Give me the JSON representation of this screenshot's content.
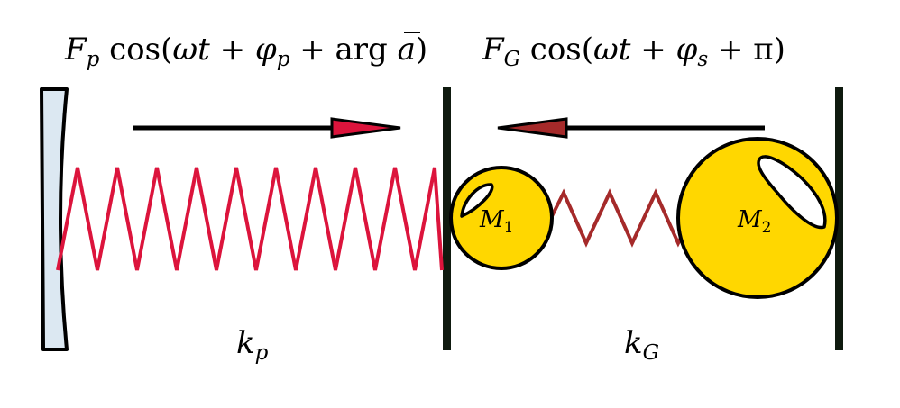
{
  "labels": {
    "force_left": {
      "F": "F",
      "F_sub": "p",
      "rest_a": " cos(",
      "omega_t": "ωt",
      "plus1": " + ",
      "phi": "φ",
      "phi_sub": "p",
      "plus2": " + arg ",
      "abar": "a",
      "close": ")"
    },
    "force_right": {
      "F": "F",
      "F_sub": "G",
      "rest_a": " cos(",
      "omega_t": "ωt",
      "plus1": " + ",
      "phi": "φ",
      "phi_sub": "s",
      "plus2": " + π",
      "close": ")"
    },
    "mass1": {
      "M": "M",
      "sub": "1"
    },
    "mass2": {
      "M": "M",
      "sub": "2"
    },
    "spring_left": {
      "k": "k",
      "sub": "p"
    },
    "spring_right": {
      "k": "k",
      "sub": "G"
    }
  },
  "colors": {
    "mirror_fill": "#dce8f2",
    "spring_left": "#dc143c",
    "spring_right": "#a52a2a",
    "mass_fill": "#ffd700",
    "arrow_head_left": "#dc143c",
    "arrow_head_right": "#a52a2a",
    "wall": "#0f1a0f"
  }
}
